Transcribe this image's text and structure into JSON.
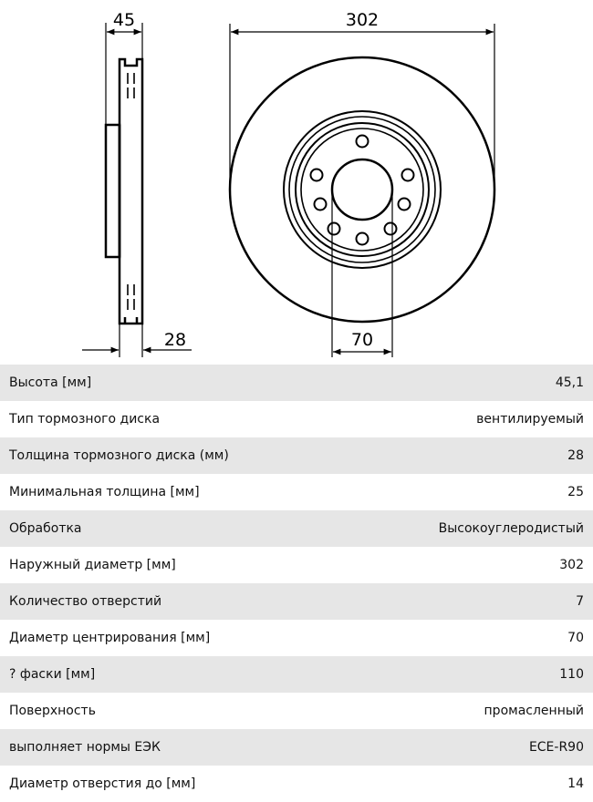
{
  "drawing": {
    "dim_width": "45",
    "dim_diameter": "302",
    "dim_thickness": "28",
    "dim_center": "70"
  },
  "specs": [
    {
      "label": "Высота [мм]",
      "value": "45,1"
    },
    {
      "label": "Тип тормозного диска",
      "value": "вентилируемый"
    },
    {
      "label": "Толщина тормозного диска (мм)",
      "value": "28"
    },
    {
      "label": "Минимальная толщина [мм]",
      "value": "25"
    },
    {
      "label": "Обработка",
      "value": "Высокоуглеродистый"
    },
    {
      "label": "Наружный диаметр [мм]",
      "value": "302"
    },
    {
      "label": "Количество отверстий",
      "value": "7"
    },
    {
      "label": "Диаметр центрирования [мм]",
      "value": "70"
    },
    {
      "label": "? фаски [мм]",
      "value": "110"
    },
    {
      "label": "Поверхность",
      "value": "промасленный"
    },
    {
      "label": "выполняет нормы ЕЭК",
      "value": "ECE-R90"
    },
    {
      "label": "Диаметр отверстия до [мм]",
      "value": "14"
    }
  ]
}
